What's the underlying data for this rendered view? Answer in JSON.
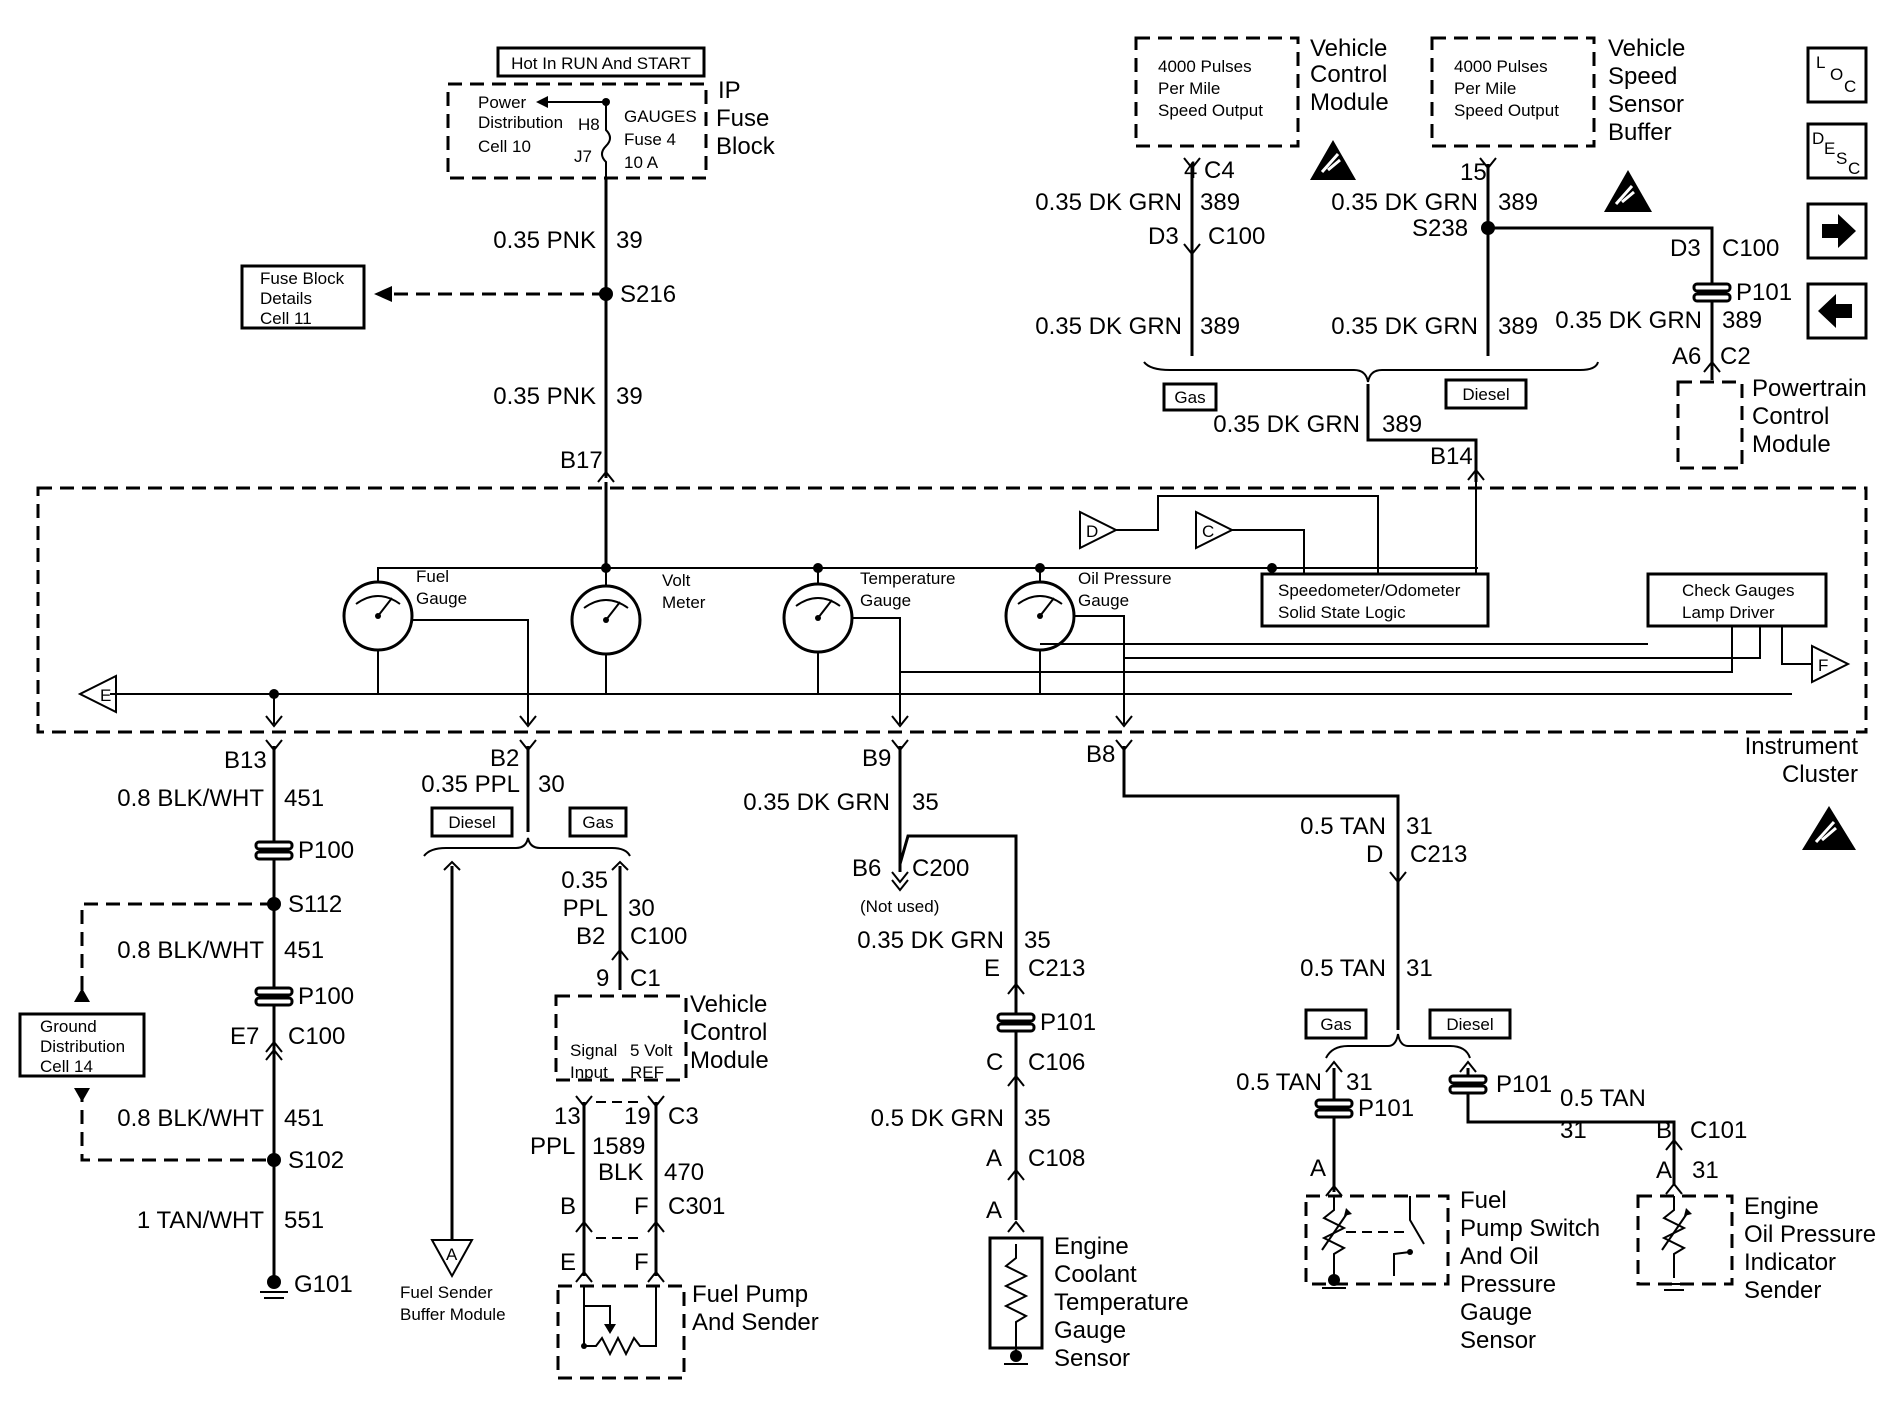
{
  "ip_fuse": {
    "hot_label": "Hot In RUN And START",
    "title": "IP Fuse Block",
    "power_dist": "Power Distribution Cell 10",
    "h8": "H8",
    "j7": "J7",
    "fuse": "GAUGES Fuse 4 10 A"
  },
  "fuse_block_details": "Fuse Block Details Cell 11",
  "s216": "S216",
  "wire39_top": {
    "gauge": "0.35 PNK",
    "circuit": "39"
  },
  "wire39_bottom": {
    "gauge": "0.35 PNK",
    "circuit": "39"
  },
  "b17": "B17",
  "vcm": {
    "box": "4000 Pulses Per Mile Speed Output",
    "title": "Vehicle Control Module",
    "c4": "C4",
    "pin4": "4",
    "wire_top": "0.35 DK GRN",
    "circuit_top": "389",
    "d3": "D3",
    "c100": "C100",
    "wire_bottom": "0.35 DK GRN",
    "circuit_bottom": "389"
  },
  "vssb": {
    "box": "4000 Pulses Per Mile Speed Output",
    "title": "Vehicle Speed Sensor Buffer",
    "pin15": "15",
    "wire_top": "0.35 DK GRN",
    "circuit_top": "389",
    "s238": "S238",
    "wire_bottom": "0.35 DK GRN",
    "circuit_bottom": "389"
  },
  "pcm": {
    "d3": "D3",
    "c100": "C100",
    "p101": "P101",
    "wire": "0.35 DK GRN",
    "circuit": "389",
    "a6": "A6",
    "c2": "C2",
    "title": "Powertrain Control Module"
  },
  "speed_merge": {
    "gas": "Gas",
    "diesel": "Diesel",
    "wire": "0.35 DK GRN",
    "circuit": "389",
    "b14": "B14"
  },
  "nav": {
    "loc": "LOC",
    "desc": "DESC"
  },
  "cluster": {
    "title": "Instrument Cluster",
    "fuel_gauge": "Fuel Gauge",
    "volt_meter": "Volt Meter",
    "temp_gauge": "Temperature Gauge",
    "oil_gauge": "Oil Pressure Gauge",
    "speedo": "Speedometer/Odometer Solid State Logic",
    "check_gauges": "Check Gauges Lamp Driver",
    "ref_d": "D",
    "ref_c": "C",
    "ref_e": "E",
    "ref_f": "F"
  },
  "ground": {
    "b13": "B13",
    "w1": "0.8 BLK/WHT",
    "c1": "451",
    "p100a": "P100",
    "s112": "S112",
    "w2": "0.8 BLK/WHT",
    "c2": "451",
    "p100b": "P100",
    "e7": "E7",
    "c100": "C100",
    "w3": "0.8 BLK/WHT",
    "c3": "451",
    "s102": "S102",
    "w4": "1 TAN/WHT",
    "c4": "551",
    "g101": "G101",
    "ground_dist": "Ground Distribution Cell 14"
  },
  "fuel": {
    "b2": "B2",
    "wire": "0.35 PPL",
    "circuit": "30",
    "diesel": "Diesel",
    "gas": "Gas",
    "wire2a": "0.35",
    "wire2b": "PPL",
    "circuit2": "30",
    "b2b": "B2",
    "c100": "C100",
    "pin9": "9",
    "c1": "C1",
    "vcm_title": "Vehicle Control Module",
    "signal_input": "Signal Input",
    "ref": "5 Volt REF",
    "pin13": "13",
    "pin19": "19",
    "c3": "C3",
    "ppl": "PPL",
    "c1589": "1589",
    "blk": "BLK",
    "c470": "470",
    "b": "B",
    "f": "F",
    "c301": "C301",
    "e": "E",
    "f2": "F",
    "sender": "Fuel Pump And Sender",
    "buffer_ref": "A",
    "buffer": "Fuel Sender Buffer Module"
  },
  "temp": {
    "b9": "B9",
    "wire": "0.35 DK GRN",
    "circuit": "35",
    "b6": "B6",
    "c200": "C200",
    "not_used": "(Not used)",
    "wire2": "0.35 DK GRN",
    "circuit2": "35",
    "e": "E",
    "c213": "C213",
    "p101": "P101",
    "c": "C",
    "c106": "C106",
    "wire3": "0.5 DK GRN",
    "circuit3": "35",
    "a": "A",
    "c108": "C108",
    "a2": "A",
    "sensor": "Engine Coolant Temperature Gauge Sensor"
  },
  "oil": {
    "b8": "B8",
    "wire": "0.5 TAN",
    "circuit": "31",
    "d": "D",
    "c213": "C213",
    "wire2": "0.5 TAN",
    "circuit2": "31",
    "gas": "Gas",
    "diesel": "Diesel",
    "wire3": "0.5 TAN",
    "circuit3": "31",
    "p101": "P101",
    "p101b": "P101",
    "wire4": "0.5 TAN",
    "circuit4": "31",
    "b": "B",
    "c101": "C101",
    "a": "A",
    "a2": "A",
    "circuit5": "31",
    "switch": "Fuel Pump Switch And Oil Pressure Gauge Sensor",
    "sender": "Engine Oil Pressure Indicator Sender"
  }
}
